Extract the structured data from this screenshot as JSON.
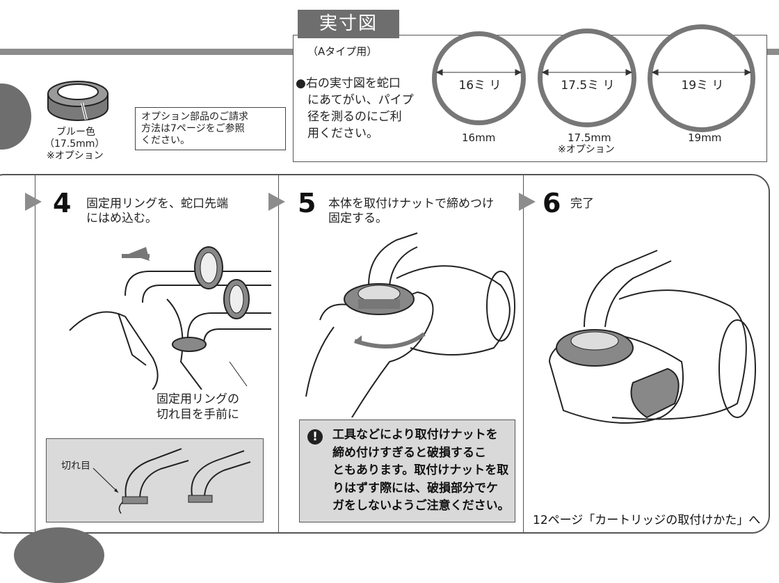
{
  "option_part": {
    "color_label": "ブルー色",
    "size_label": "（17.5mm）",
    "option_label": "※オプション",
    "note_lines": [
      "オプション部品のご請求",
      "方法は7ページをご参照",
      "ください。"
    ]
  },
  "actual_size": {
    "title": "実寸図",
    "type_label": "（Aタイプ用）",
    "instruction_lines": [
      "●右の実寸図を蛇口",
      "にあてがい、パイプ",
      "径を測るのにご利",
      "用ください。"
    ],
    "rings": [
      {
        "inner_label": "16ミ リ",
        "caption": "16mm",
        "note": ""
      },
      {
        "inner_label": "17.5ミ リ",
        "caption": "17.5mm",
        "note": "※オプション"
      },
      {
        "inner_label": "19ミ リ",
        "caption": "19mm",
        "note": ""
      }
    ]
  },
  "steps": [
    {
      "number": "4",
      "lines": [
        "固定用リングを、蛇口先端",
        "にはめ込む。"
      ],
      "callout_lines": [
        "固定用リングの",
        "切れ目を手前に"
      ],
      "inset_label": "切れ目"
    },
    {
      "number": "5",
      "lines": [
        "本体を取付けナットで締めつけ",
        "固定する。"
      ],
      "warning_lines": [
        "工具などにより取付けナットを",
        "締め付けすぎると破損するこ",
        "ともあります。取付けナットを取",
        "りはずす際には、破損部分でケ",
        "ガをしないようご注意ください。"
      ]
    },
    {
      "number": "6",
      "lines": [
        "完了"
      ],
      "reference": "12ページ「カートリッジの取付けかた」へ"
    }
  ],
  "colors": {
    "band_gray": "#8c8c8c",
    "dark_gray": "#6e6e6e",
    "warning_bg": "#d9d9d9"
  }
}
